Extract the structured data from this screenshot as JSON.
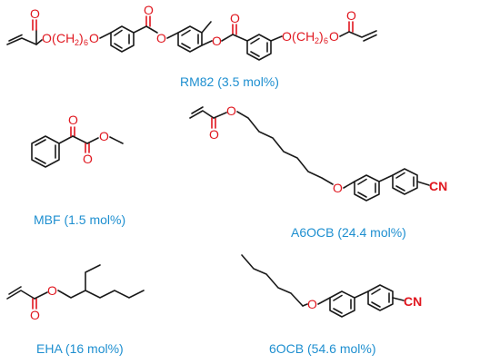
{
  "atoms": {
    "oxygen": "O",
    "nitrile": "CN",
    "paren_open": "(",
    "paren_close": ")",
    "ch": "CH",
    "subscript_2": "2",
    "subscript_6": "6"
  },
  "labels": {
    "rm82": "RM82 (3.5 mol%)",
    "mbf": "MBF (1.5 mol%)",
    "a6ocb": "A6OCB (24.4 mol%)",
    "eha": "EHA (16 mol%)",
    "ocb6": "6OCB (54.6 mol%)"
  },
  "colors": {
    "heteroatom": "#e0171f",
    "label": "#1e8fd0",
    "bond": "#1a1a1a"
  }
}
